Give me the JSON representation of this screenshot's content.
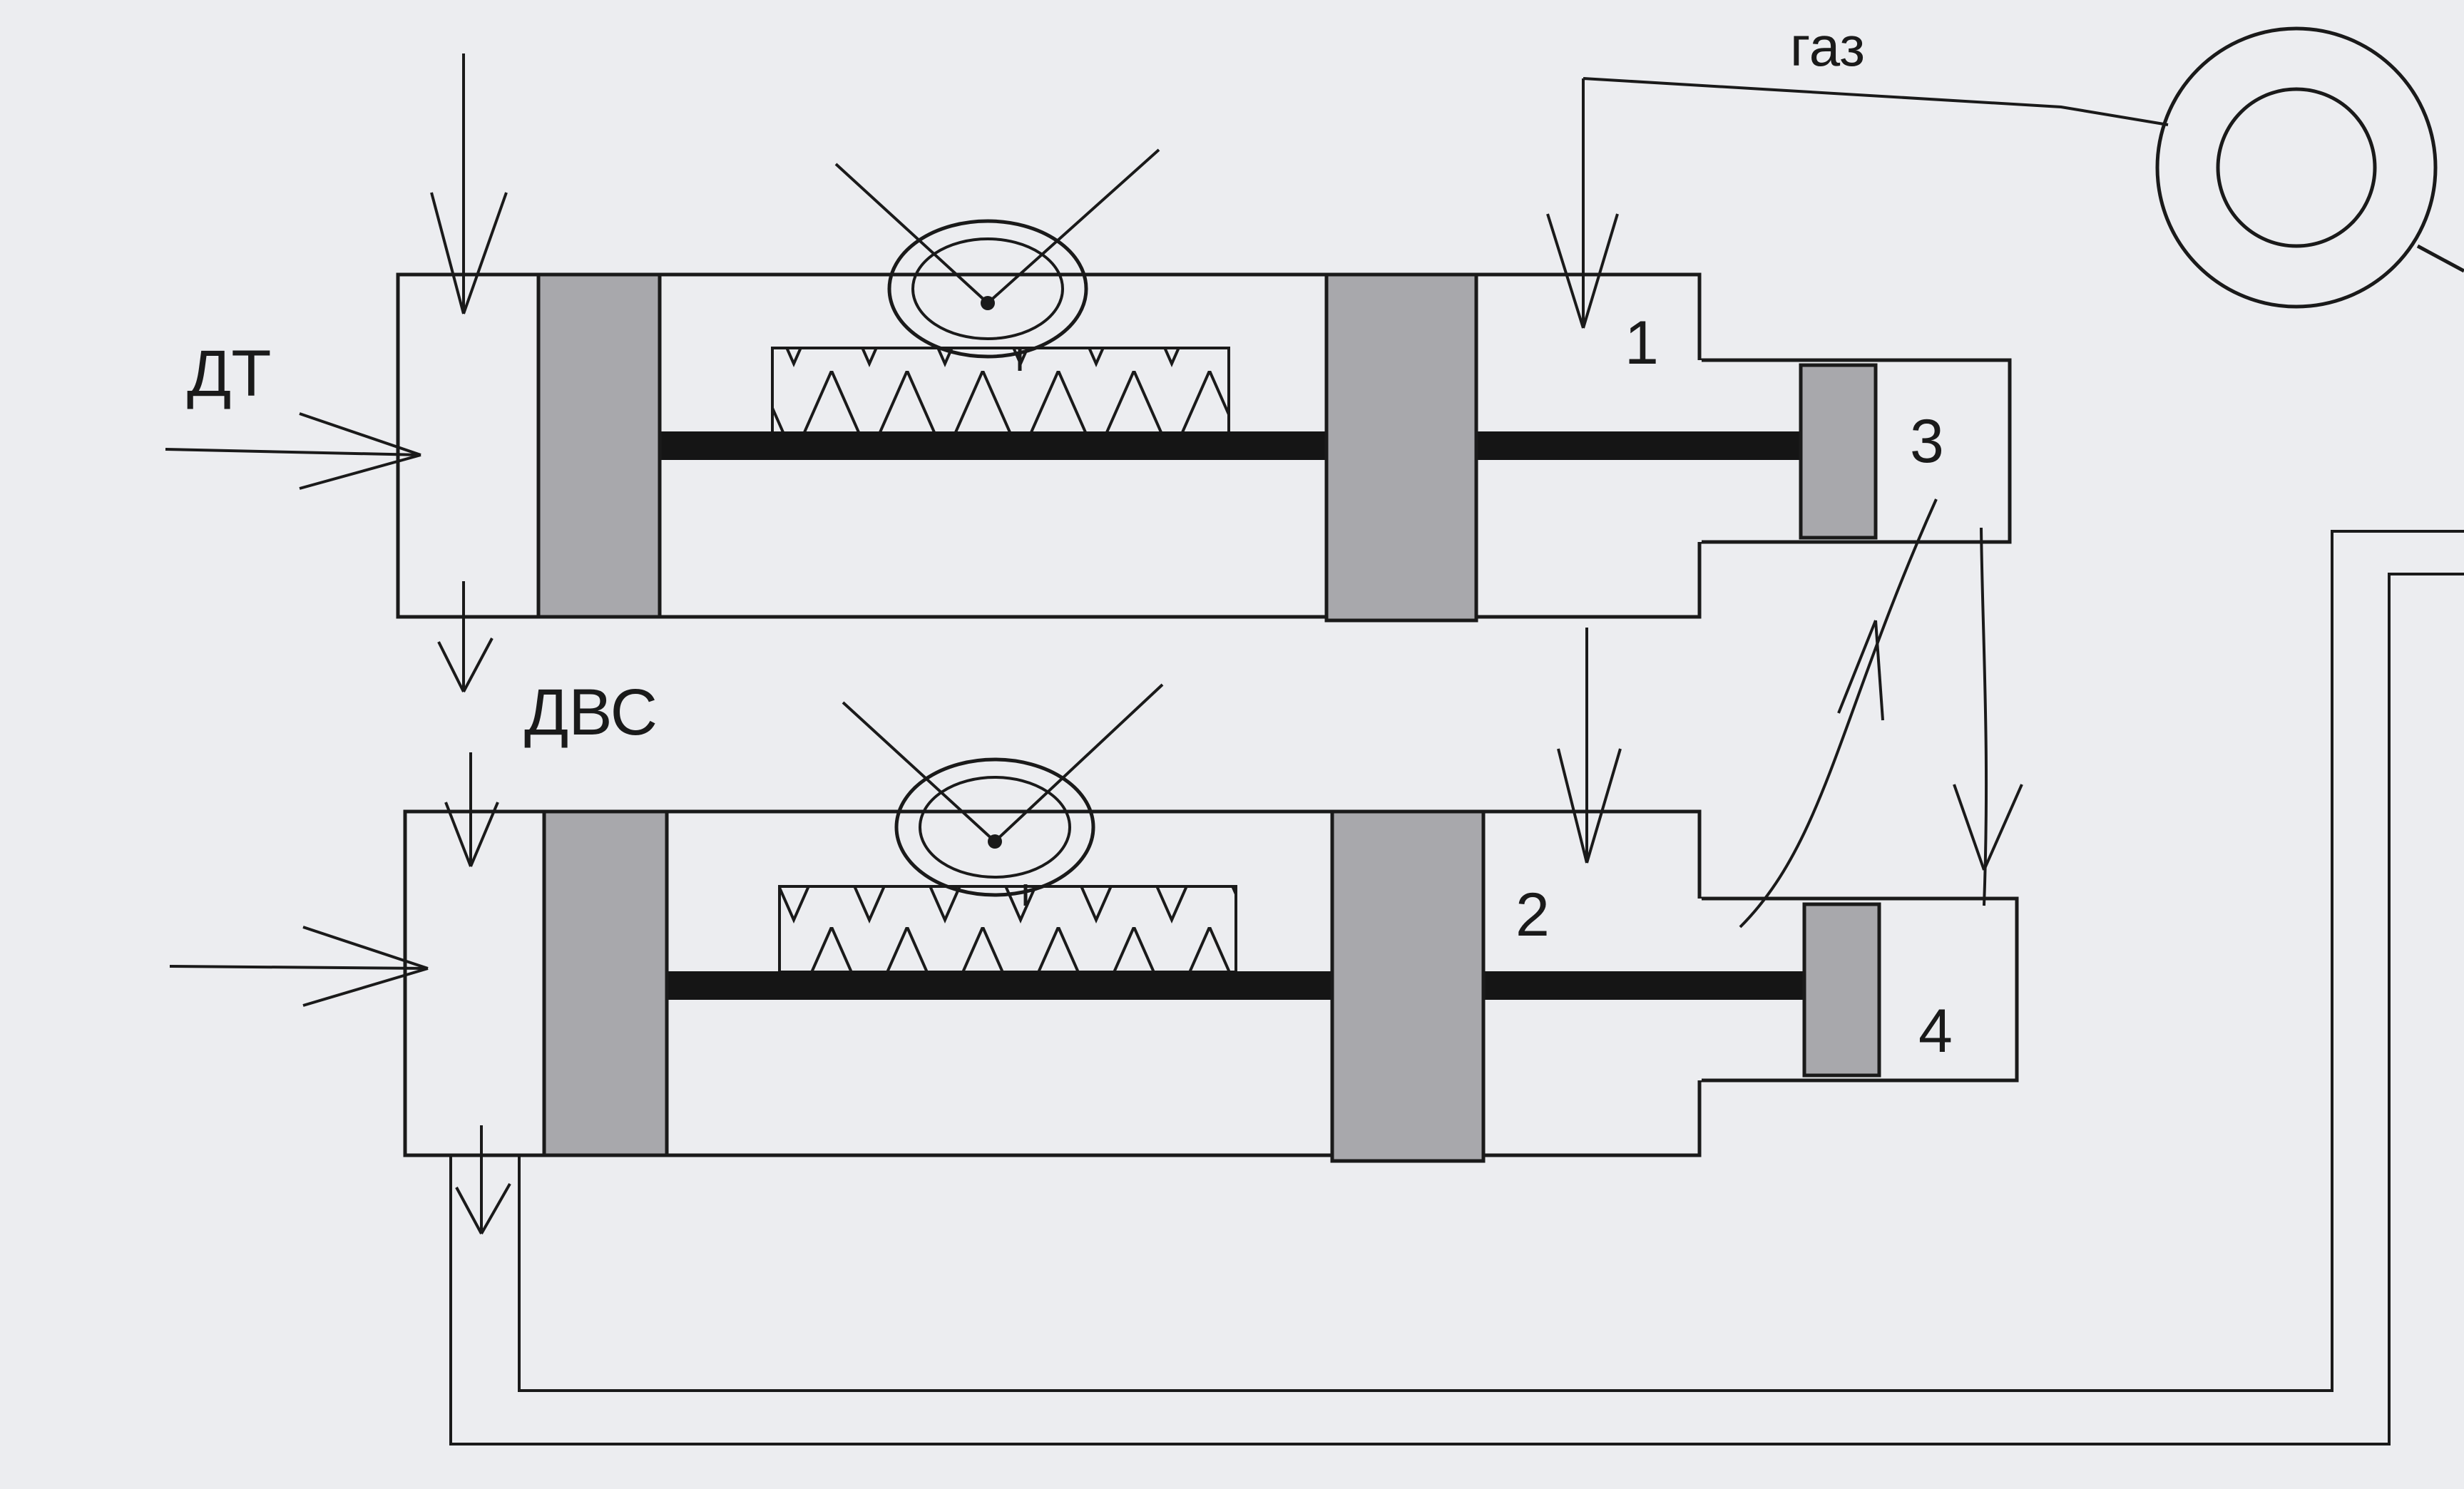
{
  "labels": {
    "fuel": "ДТ",
    "engine": "ДВС",
    "gas": "газ",
    "chamber1": "1",
    "chamber2": "2",
    "chamber3": "3",
    "chamber4": "4"
  },
  "colors": {
    "background": "#ecedf0",
    "line": "#1a1a1a",
    "piston": "#a8a8ac"
  }
}
